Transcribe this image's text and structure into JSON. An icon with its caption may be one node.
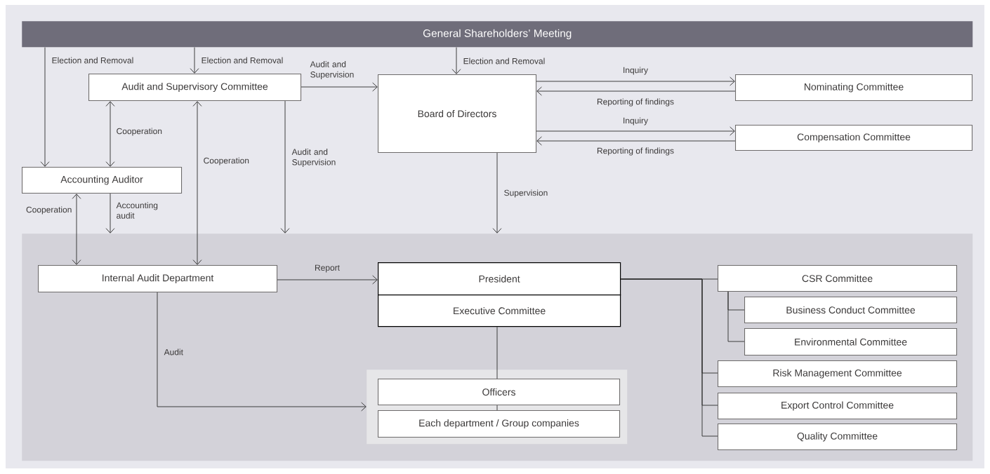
{
  "diagram": {
    "nodes": [
      {
        "text": [
          "General Shareholders’ Meeting"
        ]
      },
      {
        "text": [
          "Audit and Supervisory Committee"
        ]
      },
      {
        "text": [
          "Board of Directors"
        ]
      },
      {
        "text": [
          "Nominating Committee"
        ]
      },
      {
        "text": [
          "Compensation Committee"
        ]
      },
      {
        "text": [
          "Accounting Auditor"
        ]
      },
      {
        "text": [],
        "shape": "box"
      },
      {
        "text": [
          "Internal Audit Department"
        ],
        "in": 6
      },
      {
        "text": [
          "President"
        ],
        "in": 6
      },
      {
        "text": [
          "Executive Committee"
        ],
        "in": 6
      },
      {
        "text": [],
        "shape": "box",
        "in": 6
      },
      {
        "text": [
          "Officers"
        ],
        "in": 10
      },
      {
        "text": [
          "Each department / Group companies"
        ],
        "in": 10
      },
      {
        "text": [
          "CSR Committee"
        ],
        "in": 6
      },
      {
        "text": [
          "Business Conduct Committee"
        ],
        "in": 6
      },
      {
        "text": [
          "Environmental Committee"
        ],
        "in": 6
      },
      {
        "text": [
          "Risk Management Committee"
        ],
        "in": 6
      },
      {
        "text": [
          "Export Control Committee"
        ],
        "in": 6
      },
      {
        "text": [
          "Quality Committee"
        ],
        "in": 6
      }
    ],
    "edges": [
      {
        "from": 0,
        "to": 5,
        "arrow": "to",
        "label": "Election and Removal"
      },
      {
        "from": 0,
        "to": 1,
        "arrow": "to",
        "label": "Election and Removal"
      },
      {
        "from": 1,
        "to": 2,
        "arrow": "to",
        "label": "Audit and Supervision"
      },
      {
        "from": 0,
        "to": 2,
        "arrow": "to",
        "label": "Election and Removal"
      },
      {
        "from": 1,
        "to": 5,
        "arrow": "both",
        "label": "Cooperation"
      },
      {
        "from": 1,
        "to": 7,
        "arrow": "both",
        "label": "Cooperation"
      },
      {
        "from": 1,
        "to": 6,
        "arrow": "to",
        "label": "Audit and Supervision"
      },
      {
        "from": 5,
        "to": 7,
        "arrow": "both",
        "label": "Cooperation"
      },
      {
        "from": 5,
        "to": 6,
        "arrow": "to",
        "label": "Accounting audit"
      },
      {
        "from": 2,
        "to": 3,
        "arrow": "to",
        "label": "Inquiry"
      },
      {
        "from": 3,
        "to": 2,
        "arrow": "to",
        "label": "Reporting of findings"
      },
      {
        "from": 2,
        "to": 4,
        "arrow": "to",
        "label": "Inquiry"
      },
      {
        "from": 4,
        "to": 2,
        "arrow": "to",
        "label": "Reporting of findings"
      },
      {
        "from": 2,
        "to": 6,
        "arrow": "to",
        "label": "Supervision"
      },
      {
        "from": 7,
        "to": 8,
        "arrow": "to",
        "label": "Report"
      },
      {
        "from": 7,
        "to": 10,
        "arrow": "to",
        "label": "Audit"
      },
      {
        "from": 9,
        "to": 11,
        "arrow": "none"
      },
      {
        "from": 11,
        "to": 12,
        "arrow": "none"
      },
      {
        "from": 8,
        "to": 13,
        "arrow": "none"
      },
      {
        "from": 13,
        "to": 14,
        "arrow": "none"
      },
      {
        "from": 13,
        "to": 15,
        "arrow": "none"
      },
      {
        "from": 8,
        "to": 16,
        "arrow": "none"
      },
      {
        "from": 8,
        "to": 17,
        "arrow": "none"
      },
      {
        "from": 8,
        "to": 18,
        "arrow": "none"
      }
    ]
  }
}
